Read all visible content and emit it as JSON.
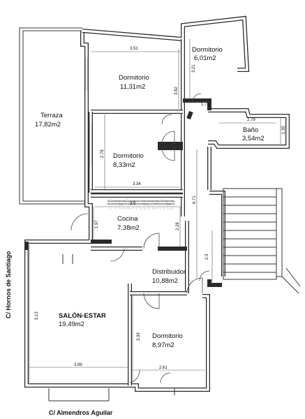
{
  "rooms": {
    "dormitorio_top": {
      "name": "Dormitorio",
      "area": "6,01m2"
    },
    "dormitorio_main": {
      "name": "Dormitorio",
      "area": "11,31m2"
    },
    "terraza": {
      "name": "Terraza",
      "area": "17,82m2"
    },
    "bano": {
      "name": "Baño",
      "area": "3,54m2"
    },
    "dormitorio_mid": {
      "name": "Dormitorio",
      "area": "8,33m2"
    },
    "cocina": {
      "name": "Cocina",
      "area": "7,38m2"
    },
    "distribuidor": {
      "name": "Distribuidor",
      "area": "10,88m2"
    },
    "salon": {
      "name": "SALÓN-ESTAR",
      "area": "19,49m2"
    },
    "dormitorio_bottom": {
      "name": "Dormitorio",
      "area": "8,97m2"
    }
  },
  "dimensions": {
    "d351": "3.51",
    "d321": "3.21",
    "d382": "3.82",
    "d173": "1.73",
    "d279": "2.79",
    "d135": "1.35",
    "d278": "2.78",
    "d334": "3.34",
    "d35": "3.5",
    "d671": "6.71",
    "d197": "1.97",
    "d228": "2.28",
    "d23": "2.3",
    "d513": "5.13",
    "d333": "3.33",
    "d389": "3.89",
    "d261": "2.61"
  },
  "streets": {
    "left": "C/ Hornos de Santiago",
    "bottom": "C/ Almendros Aguilar"
  },
  "watermark": "habitaclia"
}
